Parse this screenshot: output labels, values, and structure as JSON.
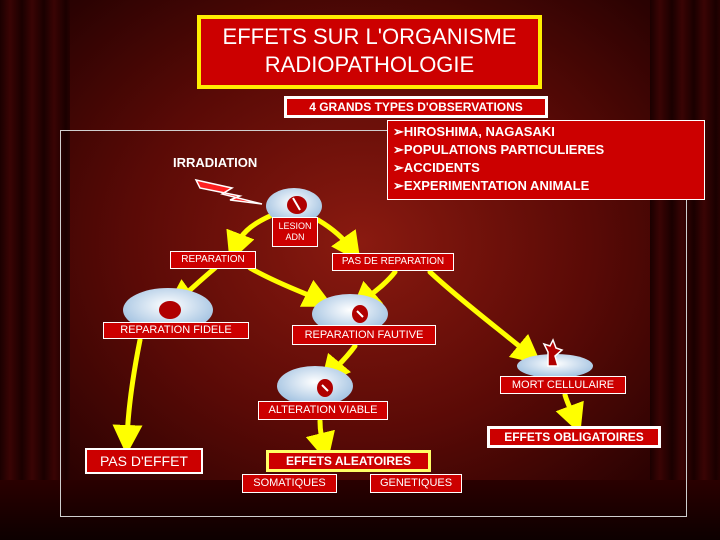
{
  "title": {
    "line1": "EFFETS SUR L'ORGANISME",
    "line2": "RADIOPATHOLOGIE"
  },
  "types_label": "4 GRANDS TYPES D'OBSERVATIONS",
  "observations": [
    "HIROSHIMA, NAGASAKI",
    "POPULATIONS PARTICULIERES",
    "ACCIDENTS",
    "EXPERIMENTATION ANIMALE"
  ],
  "bullet_glyph": "➢",
  "nodes": {
    "irradiation": "IRRADIATION",
    "lesion": "LESION ADN",
    "reparation": "REPARATION",
    "pas_reparation": "PAS DE REPARATION",
    "reparation_fidele": "REPARATION FIDELE",
    "reparation_fautive": "REPARATION FAUTIVE",
    "mort_cellulaire": "MORT CELLULAIRE",
    "alteration_viable": "ALTERATION VIABLE",
    "effets_obligatoires": "EFFETS OBLIGATOIRES",
    "pas_d_effet": "PAS D'EFFET",
    "effets_aleatoires": "EFFETS ALEATOIRES",
    "somatiques": "SOMATIQUES",
    "genetiques": "GENETIQUES"
  },
  "colors": {
    "box_fill": "#cc0000",
    "arrow": "#ffff00",
    "cell": "#cfe0f0",
    "nucleus": "#b00000"
  }
}
